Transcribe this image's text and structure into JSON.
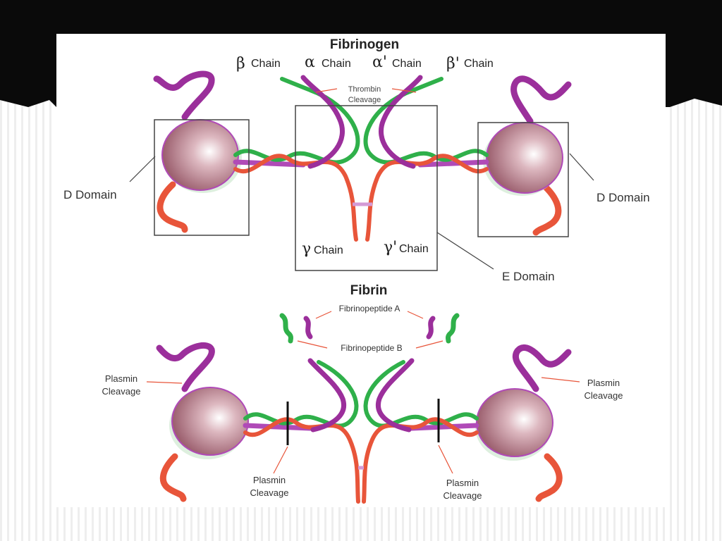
{
  "diagram": {
    "fibrinogen": {
      "title": "Fibrinogen",
      "chains": {
        "beta": {
          "symbol": "β",
          "label": "Chain"
        },
        "alpha": {
          "symbol": "α",
          "label": "Chain"
        },
        "alpha_prime": {
          "symbol": "α'",
          "label": "Chain"
        },
        "beta_prime": {
          "symbol": "β'",
          "label": "Chain"
        },
        "gamma": {
          "symbol": "γ",
          "label": "Chain"
        },
        "gamma_prime": {
          "symbol": "γ'",
          "label": "Chain"
        }
      },
      "thrombin_cleavage": [
        "Thrombin",
        "Cleavage"
      ],
      "d_domain_left": "D Domain",
      "d_domain_right": "D Domain",
      "e_domain": "E Domain"
    },
    "fibrin": {
      "title": "Fibrin",
      "fibrinopeptide_a": "Fibrinopeptide A",
      "fibrinopeptide_b": "Fibrinopeptide B",
      "plasmin_cleavage": [
        "Plasmin",
        "Cleavage"
      ]
    },
    "colors": {
      "alpha_chain": "#9b2f9b",
      "beta_chain": "#b04ab7",
      "gamma_chain": "#e8553a",
      "green_chain": "#2fb04a",
      "domain_globule": "#b77f8c",
      "box_stroke": "#444444",
      "slide_top": "#0a0a0a"
    }
  }
}
